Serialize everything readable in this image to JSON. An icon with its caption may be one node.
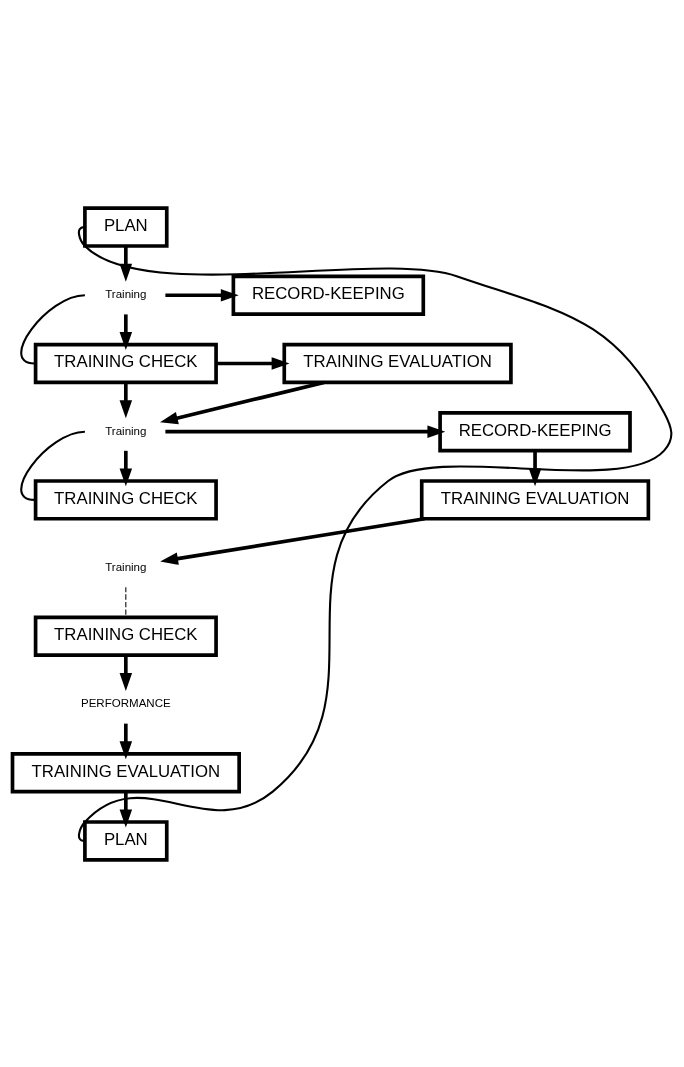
{
  "diagram": {
    "nodes": [
      {
        "text": [
          "PLAN"
        ]
      },
      {
        "text": [
          "Training"
        ]
      },
      {
        "text": [
          "RECORD-KEEPING"
        ]
      },
      {
        "text": [
          "TRAINING CHECK"
        ]
      },
      {
        "text": [
          "TRAINING EVALUATION"
        ]
      },
      {
        "text": [
          "Training"
        ]
      },
      {
        "text": [
          "RECORD-KEEPING"
        ]
      },
      {
        "text": [
          "TRAINING CHECK"
        ]
      },
      {
        "text": [
          "TRAINING EVALUATION"
        ]
      },
      {
        "text": [
          "Training"
        ]
      },
      {
        "text": [
          "TRAINING CHECK"
        ]
      },
      {
        "text": [
          "PERFORMANCE"
        ]
      },
      {
        "text": [
          "TRAINING EVALUATION"
        ]
      },
      {
        "text": [
          "PLAN"
        ]
      }
    ],
    "edges": [
      {
        "from": 0,
        "to": 1,
        "arrow": "to"
      },
      {
        "from": 1,
        "to": 2,
        "arrow": "to"
      },
      {
        "from": 1,
        "to": 3,
        "arrow": "to"
      },
      {
        "from": 1,
        "to": 3,
        "arrow": "none"
      },
      {
        "from": 3,
        "to": 4,
        "arrow": "to"
      },
      {
        "from": 3,
        "to": 5,
        "arrow": "to"
      },
      {
        "from": 4,
        "to": 5,
        "arrow": "to"
      },
      {
        "from": 5,
        "to": 6,
        "arrow": "to"
      },
      {
        "from": 5,
        "to": 7,
        "arrow": "to"
      },
      {
        "from": 5,
        "to": 7,
        "arrow": "none"
      },
      {
        "from": 6,
        "to": 8,
        "arrow": "to"
      },
      {
        "from": 8,
        "to": 9,
        "arrow": "to"
      },
      {
        "from": 9,
        "to": 10,
        "arrow": "none",
        "style": "dashed"
      },
      {
        "from": 10,
        "to": 11,
        "arrow": "to"
      },
      {
        "from": 11,
        "to": 12,
        "arrow": "to"
      },
      {
        "from": 12,
        "to": 13,
        "arrow": "to"
      },
      {
        "from": 0,
        "to": 13,
        "arrow": "none"
      }
    ]
  }
}
